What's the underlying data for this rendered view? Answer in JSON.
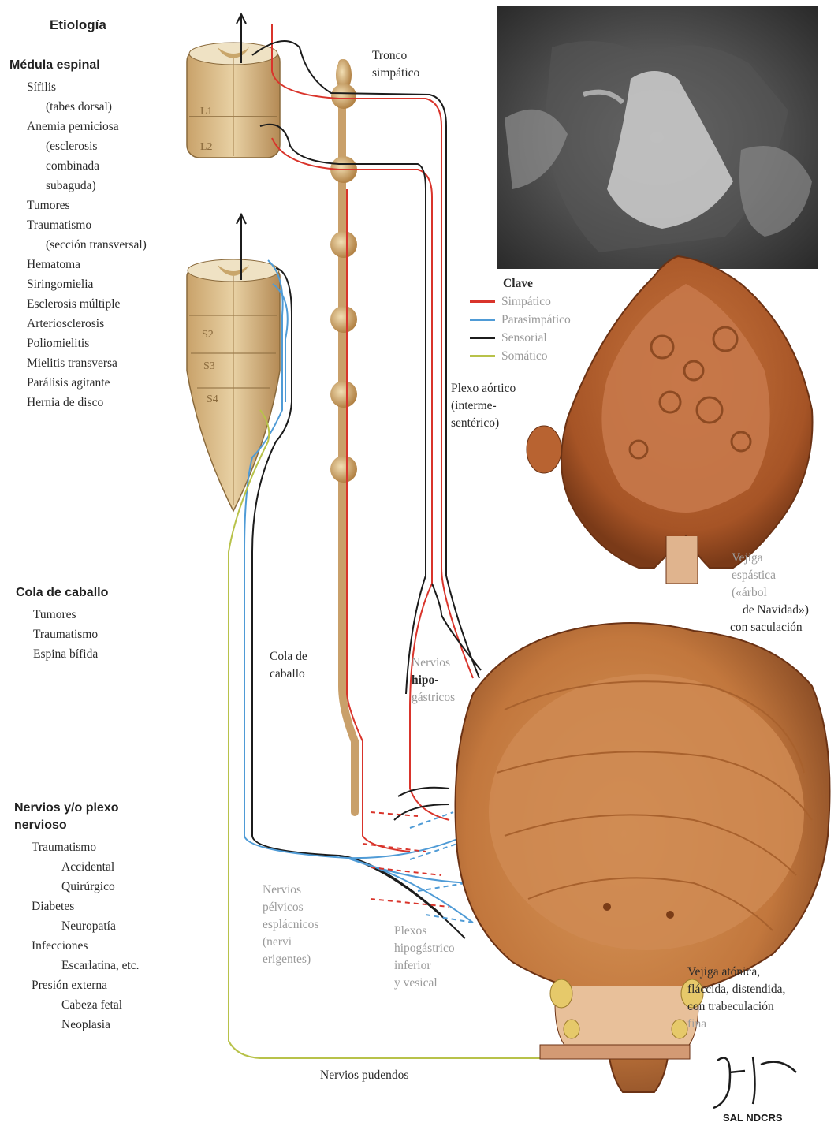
{
  "title": "Etiología",
  "groups": {
    "medula": {
      "heading": "Médula espinal",
      "items": [
        "Sífilis",
        "(tabes dorsal)",
        "Anemia perniciosa",
        "(esclerosis",
        "combinada",
        "subaguda)",
        "Tumores",
        "Traumatismo",
        "(sección transversal)",
        "Hematoma",
        "Siringomielia",
        "Esclerosis múltiple",
        "Arteriosclerosis",
        "Poliomielitis",
        "Mielitis transversa",
        "Parálisis agitante",
        "Hernia de disco"
      ]
    },
    "cola": {
      "heading": "Cola de caballo",
      "items": [
        "Tumores",
        "Traumatismo",
        "Espina bífida"
      ]
    },
    "nervios": {
      "heading_line1": "Nervios y/o plexo",
      "heading_line2": "nervioso",
      "items": [
        "Traumatismo",
        "Accidental",
        "Quirúrgico",
        "Diabetes",
        "Neuropatía",
        "Infecciones",
        "Escarlatina, etc.",
        "Presión externa",
        "Cabeza fetal",
        "Neoplasia"
      ]
    }
  },
  "segments": {
    "l1": "L1",
    "l2": "L2",
    "s2": "S2",
    "s3": "S3",
    "s4": "S4"
  },
  "labels": {
    "tronco": [
      "Tronco",
      "simpático"
    ],
    "plexo_aortico": [
      "Plexo aórtico",
      "(interme-",
      "sentérico)"
    ],
    "vejiga_espastica": [
      "Vejiga",
      "espástica",
      "(«árbol",
      "de Navidad»)",
      "con saculación"
    ],
    "cola_de_caballo": [
      "Cola de",
      "caballo"
    ],
    "nervios_hipogastricos": [
      "Nervios",
      "hipo-",
      "gástricos"
    ],
    "nervios_pelvicos": [
      "Nervios",
      "pélvicos",
      "esplácnicos",
      "(nervi",
      "erigentes)"
    ],
    "plexos_hipogastrico": [
      "Plexos",
      "hipogástrico",
      "inferior",
      "y vesical"
    ],
    "vejiga_atonica": [
      "Vejiga atónica,",
      "fláccida, distendida,",
      "con trabeculación",
      "fina"
    ],
    "nervios_pudendos": "Nervios pudendos"
  },
  "key": {
    "title": "Clave",
    "items": [
      {
        "label": "Simpático",
        "color": "#d9342b"
      },
      {
        "label": "Parasimpático",
        "color": "#4f9bd6"
      },
      {
        "label": "Sensorial",
        "color": "#1c1c1c"
      },
      {
        "label": "Somático",
        "color": "#b8c24a"
      }
    ]
  },
  "signature": [
    "F. Netter",
    "SAL NDCRS"
  ]
}
